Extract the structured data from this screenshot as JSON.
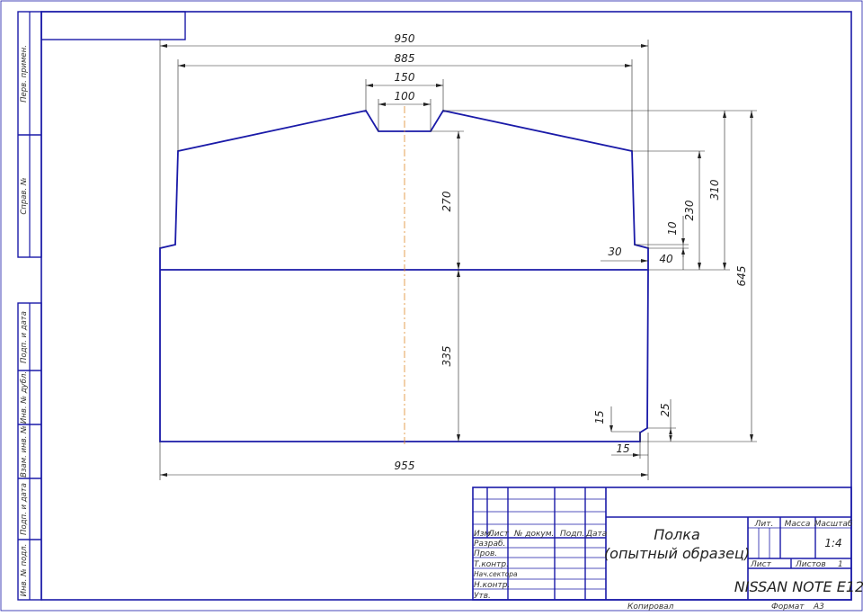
{
  "dimensions": {
    "overall_top_width": "950",
    "body_width": "885",
    "notch_top_width": "150",
    "notch_bottom_width": "100",
    "upper_height": "270",
    "lower_height": "335",
    "right_step_10": "10",
    "right_height_230": "230",
    "right_height_310": "310",
    "total_height": "645",
    "right_offset_30": "30",
    "right_step_40": "40",
    "bottom_width": "955",
    "corner_vertical_15": "15",
    "corner_horizontal_15": "15",
    "corner_height_25": "25"
  },
  "side_stamps": {
    "perv_primen": "Перв. примен.",
    "sprav_no": "Справ. №",
    "podp_data_1": "Подп. и дата",
    "inv_dubl": "Инв. № дубл.",
    "vzam_inv": "Взам. инв. №",
    "podp_data_2": "Подп. и дата",
    "inv_podl": "Инв. № подл."
  },
  "title_block": {
    "headers": {
      "izm": "Изм.",
      "list": "Лист",
      "n_dokum": "№ докум.",
      "podp": "Подп.",
      "data": "Дата"
    },
    "roles": [
      "Разраб.",
      "Пров.",
      "Т.контр.",
      "Нач.сектора",
      "Н.контр.",
      "Утв."
    ],
    "title_line1": "Полка",
    "title_line2": "(опытный образец)",
    "lit_label": "Лит.",
    "massa_label": "Масса",
    "masshtab_label": "Масштаб",
    "scale_value": "1:4",
    "sheet_label": "Лист",
    "sheets_label": "Листов",
    "sheets_value": "1",
    "organization": "NISSAN NOTE E12"
  },
  "footer": {
    "copied": "Копировал",
    "format_label": "Формат",
    "format_value": "А3"
  }
}
